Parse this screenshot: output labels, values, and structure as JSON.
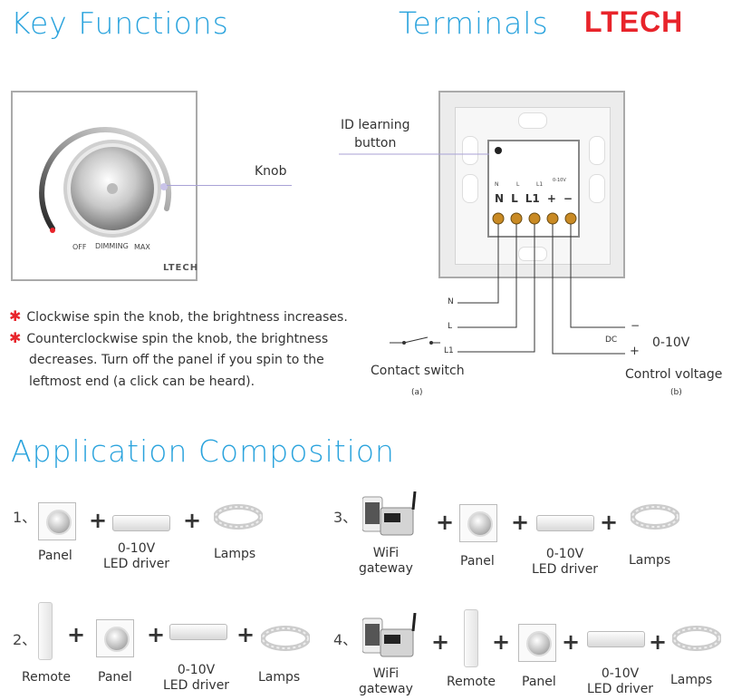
{
  "headings": {
    "key_functions": "Key Functions",
    "terminals": "Terminals",
    "application": "Application Composition"
  },
  "brand": {
    "logo": "LTECH",
    "color": "#e8242b"
  },
  "accent_color": "#2aa3dd",
  "panel": {
    "knob_label": "Knob",
    "dial_off": "OFF",
    "dial_dimming": "DIMMING",
    "dial_max": "MAX",
    "panel_logo": "LTECH"
  },
  "terminal": {
    "id_learning": "ID learning",
    "id_button": "button",
    "pins": [
      "N",
      "L",
      "L1",
      "+",
      "−"
    ],
    "pin_small": [
      "N",
      "L",
      "L1",
      "0-10V"
    ],
    "wire_labels": [
      "N",
      "L",
      "L1"
    ],
    "dc": "DC",
    "minus": "−",
    "plus": "+",
    "voltage": "0-10V",
    "contact_switch": "Contact switch",
    "contact_tag": "(a)",
    "control_voltage": "Control voltage",
    "control_tag": "(b)"
  },
  "notes": [
    "Clockwise spin the knob, the brightness increases.",
    "Counterclockwise spin the knob, the brightness",
    "decreases. Turn off the panel if you spin to the",
    "leftmost end (a click can be heard)."
  ],
  "compositions": {
    "c1": {
      "num": "1、",
      "panel": "Panel",
      "driver1": "0-10V",
      "driver2": "LED driver",
      "lamps": "Lamps"
    },
    "c2": {
      "num": "2、",
      "remote": "Remote",
      "panel": "Panel",
      "driver1": "0-10V",
      "driver2": "LED driver",
      "lamps": "Lamps"
    },
    "c3": {
      "num": "3、",
      "wifi1": "WiFi",
      "wifi2": "gateway",
      "panel": "Panel",
      "driver1": "0-10V",
      "driver2": "LED driver",
      "lamps": "Lamps"
    },
    "c4": {
      "num": "4、",
      "wifi1": "WiFi",
      "wifi2": "gateway",
      "remote": "Remote",
      "panel": "Panel",
      "driver1": "0-10V",
      "driver2": "LED driver",
      "lamps": "Lamps"
    }
  },
  "plus_sign": "+"
}
